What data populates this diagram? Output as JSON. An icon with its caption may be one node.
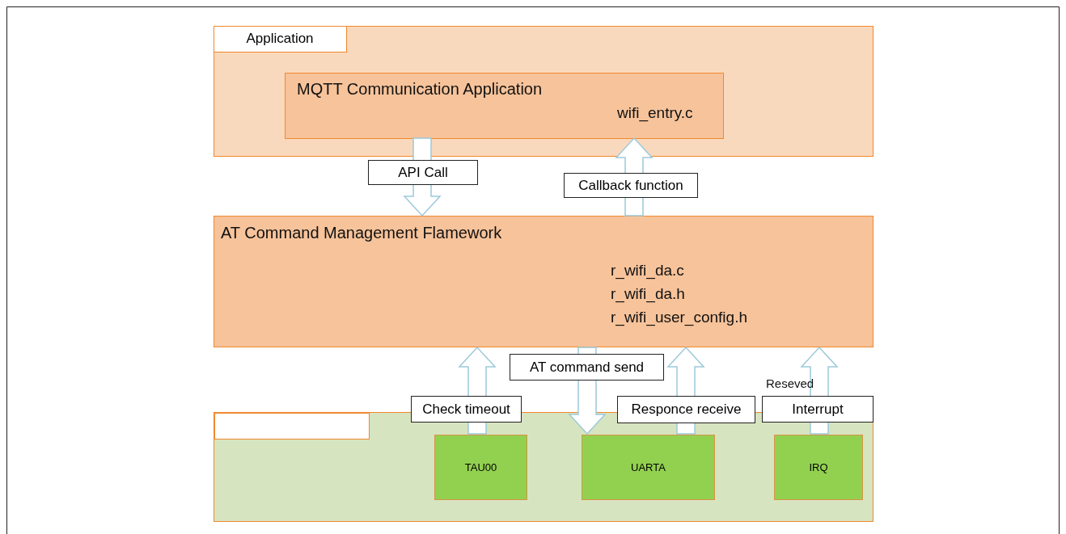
{
  "diagram": {
    "nodes": [
      {
        "text": [
          "Application"
        ]
      },
      {
        "text": [
          "MQTT Communication Application",
          "wifi_entry.c"
        ],
        "in": 0
      },
      {
        "text": [
          "AT Command Management Flamework",
          "r_wifi_da.c",
          "r_wifi_da.h",
          "r_wifi_user_config.h"
        ]
      },
      {
        "text": [],
        "shape": "box"
      },
      {
        "text": [],
        "shape": "box",
        "in": 3
      },
      {
        "text": [
          "TAU00"
        ],
        "in": 3
      },
      {
        "text": [
          "UARTA"
        ],
        "in": 3
      },
      {
        "text": [
          "IRQ"
        ],
        "in": 3
      }
    ],
    "edges": [
      {
        "from": 1,
        "to": 2,
        "arrow": "to",
        "label": "API Call"
      },
      {
        "from": 2,
        "to": 1,
        "arrow": "to",
        "label": "Callback function"
      },
      {
        "from": 5,
        "to": 2,
        "arrow": "to",
        "label": "Check timeout"
      },
      {
        "from": 2,
        "to": 6,
        "arrow": "to",
        "label": "AT command send"
      },
      {
        "from": 6,
        "to": 2,
        "arrow": "to",
        "label": "Responce receive"
      },
      {
        "from": 7,
        "to": 2,
        "arrow": "to",
        "label": "Interrupt"
      }
    ],
    "labels": [
      "Reseved"
    ]
  }
}
